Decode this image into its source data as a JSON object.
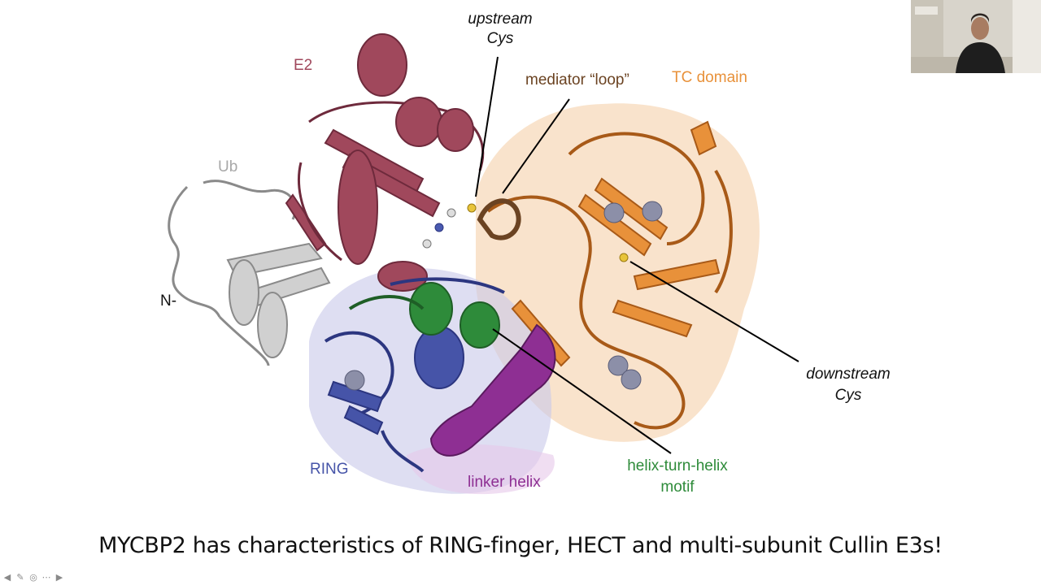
{
  "slide": {
    "caption": "MYCBP2 has characteristics of RING-finger, HECT and multi-subunit Cullin E3s!",
    "labels": {
      "e2": "E2",
      "upstream_cys_line1": "upstream",
      "upstream_cys_line2": "Cys",
      "mediator_loop": "mediator “loop”",
      "tc_domain": "TC domain",
      "ub": "Ub",
      "n_terminus": "N-",
      "downstream_cys_line1": "downstream",
      "downstream_cys_line2": "Cys",
      "ring": "RING",
      "linker_helix": "linker helix",
      "htH_line1": "helix-turn-helix",
      "htH_line2": "motif"
    },
    "colors": {
      "e2": "#a0485c",
      "ub": "#a8a8a8",
      "tc_domain": "#e8913a",
      "mediator": "#6b4322",
      "ring": "#4654a8",
      "linker": "#8e2f93",
      "htH": "#2e8b3a",
      "zinc": "#8c8fa8"
    }
  },
  "presentation_controls": {
    "icons": [
      "arrow-left-icon",
      "pen-icon",
      "zoom-icon",
      "more-icon",
      "arrow-right-icon"
    ],
    "glyphs": [
      "◀",
      "✎",
      "◎",
      "⋯",
      "▶"
    ]
  }
}
